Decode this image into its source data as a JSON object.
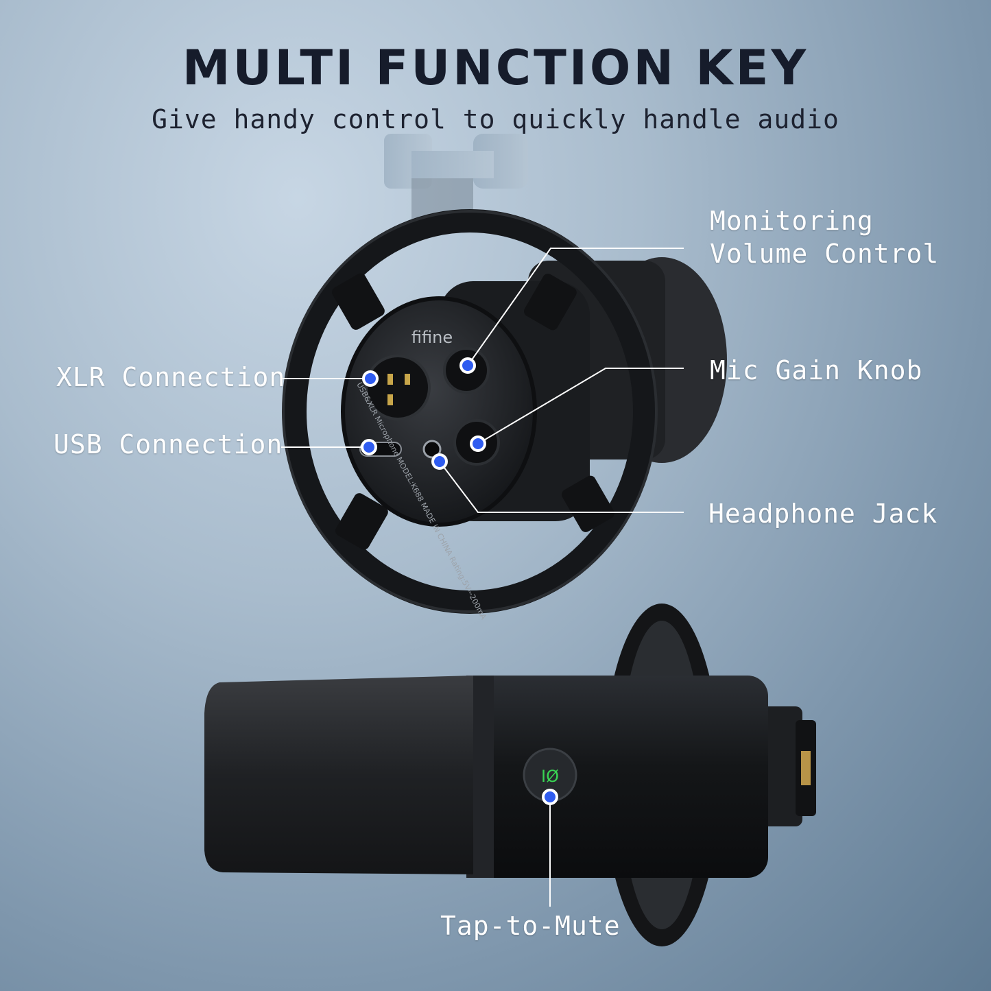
{
  "title": "MULTI FUNCTION KEY",
  "subtitle": "Give handy control to quickly handle audio",
  "brand": "fifine",
  "device_text": {
    "model": "USB&XLR Microphone MODEL:K688 MADE IN CHINA Rating:5V⎓200mA",
    "mute_symbol": "IØ"
  },
  "callouts": {
    "monitoring_line1": "Monitoring",
    "monitoring_line2": "Volume Control",
    "xlr": "XLR Connection",
    "usb": "USB Connection",
    "mic_gain": "Mic Gain Knob",
    "headphone": "Headphone Jack",
    "mute": "Tap-to-Mute"
  },
  "colors": {
    "accent_dot": "#2f5cf0",
    "mute_led": "#39d353",
    "title": "#161c2b"
  }
}
